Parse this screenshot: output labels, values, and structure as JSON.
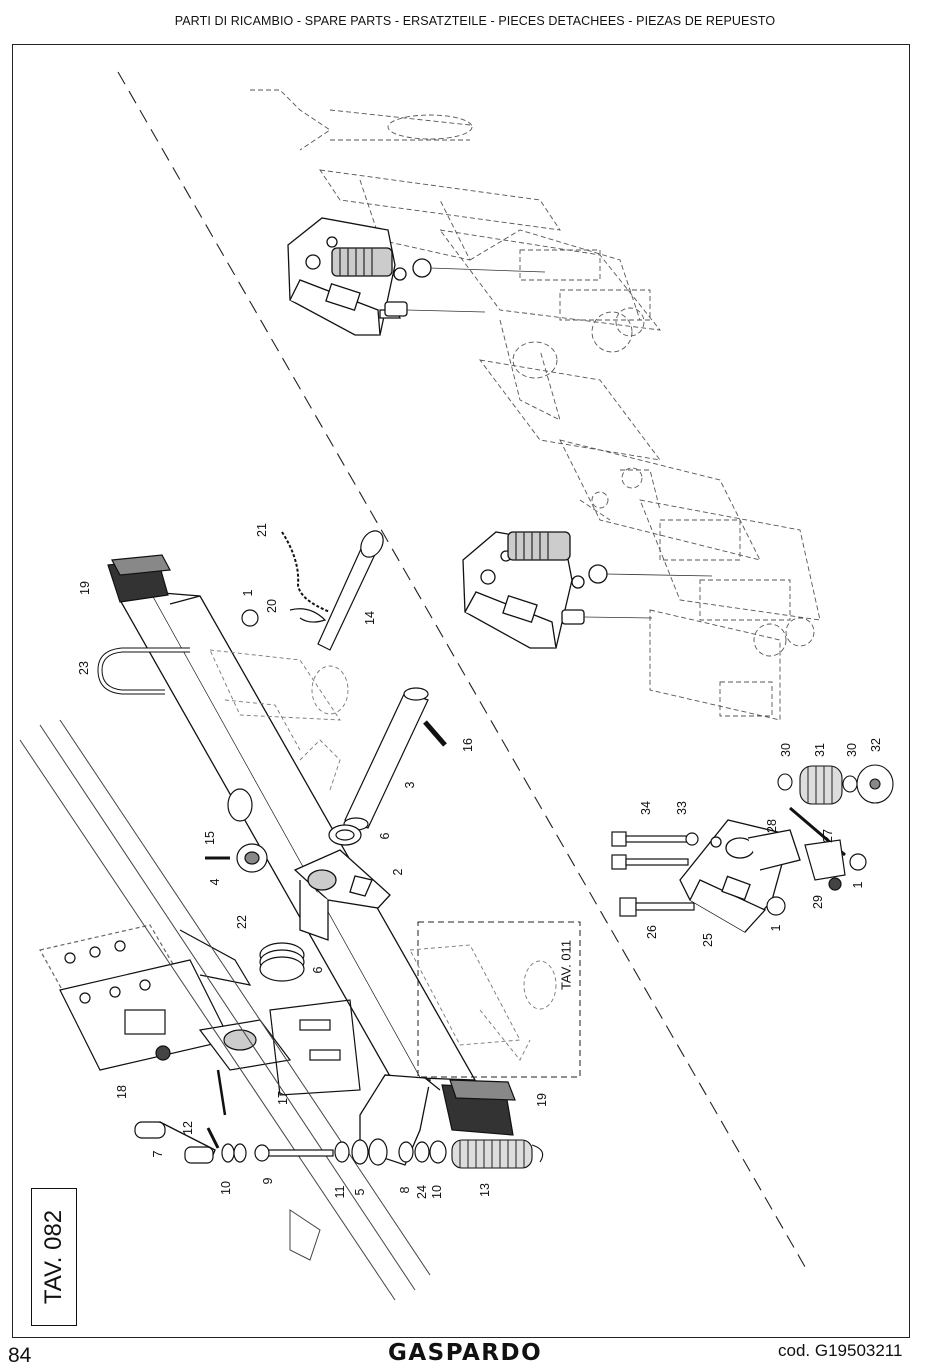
{
  "header": {
    "text": "PARTI DI RICAMBIO - SPARE PARTS - ERSATZTEILE - PIECES DETACHEES - PIEZAS DE REPUESTO"
  },
  "footer": {
    "page_number": "84",
    "brand": "GASPARDO",
    "code": "cod.  G19503211"
  },
  "table_label": "TAV. 082",
  "sub_table_label": "TAV. 011",
  "callouts": [
    {
      "n": "21"
    },
    {
      "n": "19"
    },
    {
      "n": "1"
    },
    {
      "n": "20"
    },
    {
      "n": "14"
    },
    {
      "n": "23"
    },
    {
      "n": "16"
    },
    {
      "n": "3"
    },
    {
      "n": "15"
    },
    {
      "n": "6"
    },
    {
      "n": "4"
    },
    {
      "n": "2"
    },
    {
      "n": "22"
    },
    {
      "n": "6"
    },
    {
      "n": "18"
    },
    {
      "n": "17"
    },
    {
      "n": "12"
    },
    {
      "n": "7"
    },
    {
      "n": "10"
    },
    {
      "n": "9"
    },
    {
      "n": "11"
    },
    {
      "n": "5"
    },
    {
      "n": "8"
    },
    {
      "n": "24"
    },
    {
      "n": "10"
    },
    {
      "n": "13"
    },
    {
      "n": "19"
    },
    {
      "n": "30"
    },
    {
      "n": "31"
    },
    {
      "n": "30"
    },
    {
      "n": "32"
    },
    {
      "n": "34"
    },
    {
      "n": "33"
    },
    {
      "n": "28"
    },
    {
      "n": "27"
    },
    {
      "n": "29"
    },
    {
      "n": "1"
    },
    {
      "n": "26"
    },
    {
      "n": "1"
    },
    {
      "n": "25"
    }
  ]
}
